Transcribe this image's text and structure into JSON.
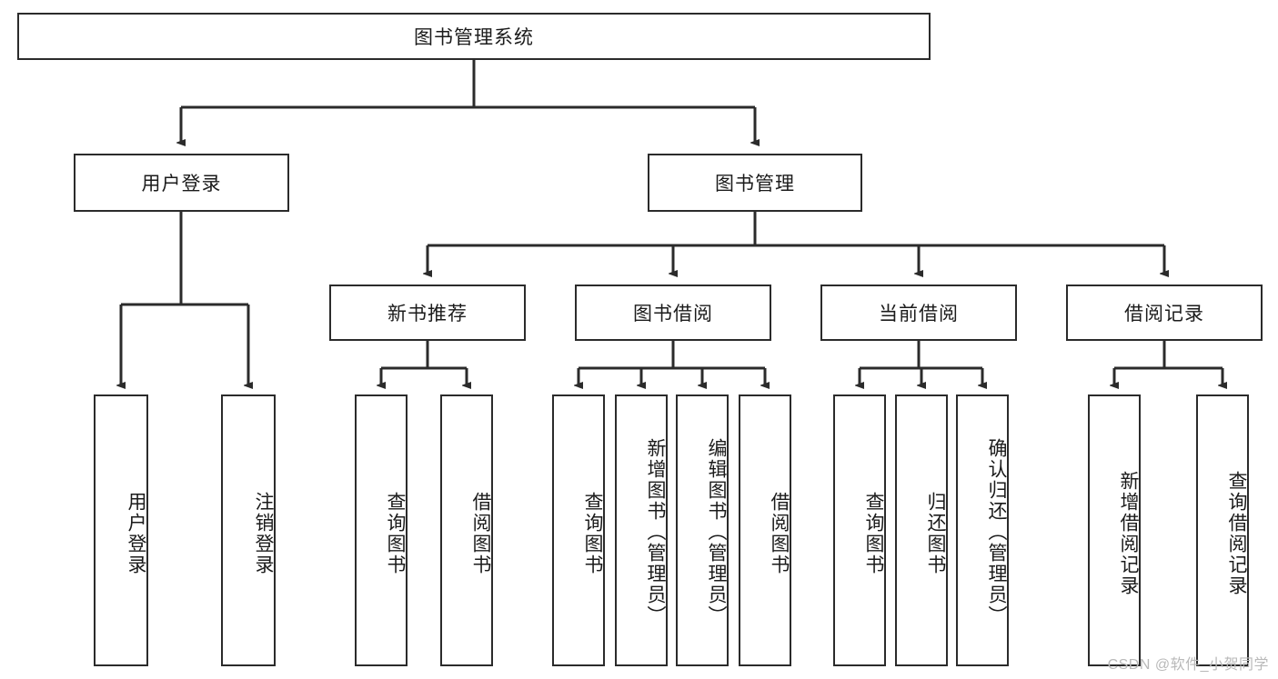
{
  "diagram": {
    "title": "图书管理系统",
    "type": "tree",
    "root": {
      "id": "root",
      "label": "图书管理系统"
    },
    "level1": [
      {
        "id": "user-login",
        "label": "用户登录"
      },
      {
        "id": "book-manage",
        "label": "图书管理"
      }
    ],
    "level2": [
      {
        "id": "new-book-recommend",
        "label": "新书推荐"
      },
      {
        "id": "book-borrow",
        "label": "图书借阅"
      },
      {
        "id": "current-borrow",
        "label": "当前借阅"
      },
      {
        "id": "borrow-record",
        "label": "借阅记录"
      }
    ],
    "leaves": [
      {
        "id": "leaf-user-login",
        "label": "用户登录",
        "parent": "user-login"
      },
      {
        "id": "leaf-logout",
        "label": "注销登录",
        "parent": "user-login"
      },
      {
        "id": "leaf-query-book-1",
        "label": "查询图书",
        "parent": "new-book-recommend"
      },
      {
        "id": "leaf-borrow-book-1",
        "label": "借阅图书",
        "parent": "new-book-recommend"
      },
      {
        "id": "leaf-query-book-2",
        "label": "查询图书",
        "parent": "book-borrow"
      },
      {
        "id": "leaf-add-book",
        "label": "新增图书（管理员）",
        "parent": "book-borrow"
      },
      {
        "id": "leaf-edit-book",
        "label": "编辑图书（管理员）",
        "parent": "book-borrow"
      },
      {
        "id": "leaf-borrow-book-2",
        "label": "借阅图书",
        "parent": "book-borrow"
      },
      {
        "id": "leaf-query-book-3",
        "label": "查询图书",
        "parent": "current-borrow"
      },
      {
        "id": "leaf-return-book",
        "label": "归还图书",
        "parent": "current-borrow"
      },
      {
        "id": "leaf-confirm-return",
        "label": "确认归还（管理员）",
        "parent": "current-borrow"
      },
      {
        "id": "leaf-add-record",
        "label": "新增借阅记录",
        "parent": "borrow-record"
      },
      {
        "id": "leaf-query-record",
        "label": "查询借阅记录",
        "parent": "borrow-record"
      }
    ],
    "watermark": "CSDN @软件_小贺同学",
    "colors": {
      "stroke": "#2b2b2b",
      "fill": "#ffffff",
      "text": "#1b1b1b",
      "watermark": "#b9b9b9"
    }
  }
}
